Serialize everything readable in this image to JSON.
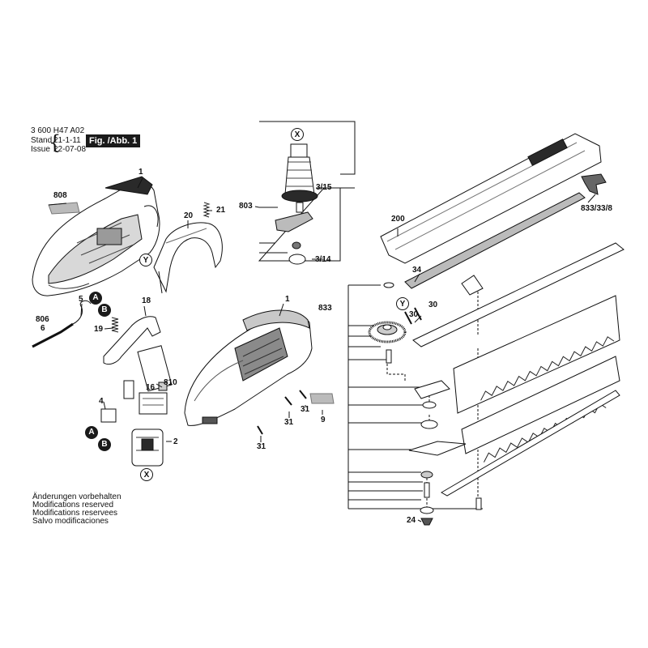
{
  "header": {
    "doc_number": "3 600 H47 A02",
    "stand_label": "Stand",
    "stand_value": "21-1-11",
    "issue_label": "Issue",
    "issue_value": "22-07-08",
    "figure_label": "Fig. /Abb. 1"
  },
  "notes": [
    "Änderungen vorbehalten",
    "Modifications reserved",
    "Modifications reservees",
    "Salvo modificaciones"
  ],
  "callouts": {
    "p1a": "1",
    "p808": "808",
    "p20": "20",
    "p21": "21",
    "p5": "5",
    "p806": "806",
    "p6": "6",
    "p19": "19",
    "p18": "18",
    "p810": "810",
    "p16": "16",
    "p4": "4",
    "p2": "2",
    "p803": "803",
    "p3_15": "3/15",
    "p3_14": "3/14",
    "p200": "200",
    "p833_33_8": "833/33/8",
    "p34": "34",
    "p833": "833",
    "p30a": "30",
    "p30b": "30",
    "p1b": "1",
    "p31a": "31",
    "p31b": "31",
    "p31c": "31",
    "p9": "9",
    "p24": "24"
  },
  "markers": {
    "x_top": "X",
    "x_bottom": "X",
    "y_left": "Y",
    "y_right": "Y",
    "a_top": "A",
    "b_top": "B",
    "a_bottom": "A",
    "b_bottom": "B"
  },
  "colors": {
    "ink": "#111111",
    "part_fill": "#ffffff",
    "shade": "#9a9a9a",
    "dark": "#2a2a2a"
  }
}
